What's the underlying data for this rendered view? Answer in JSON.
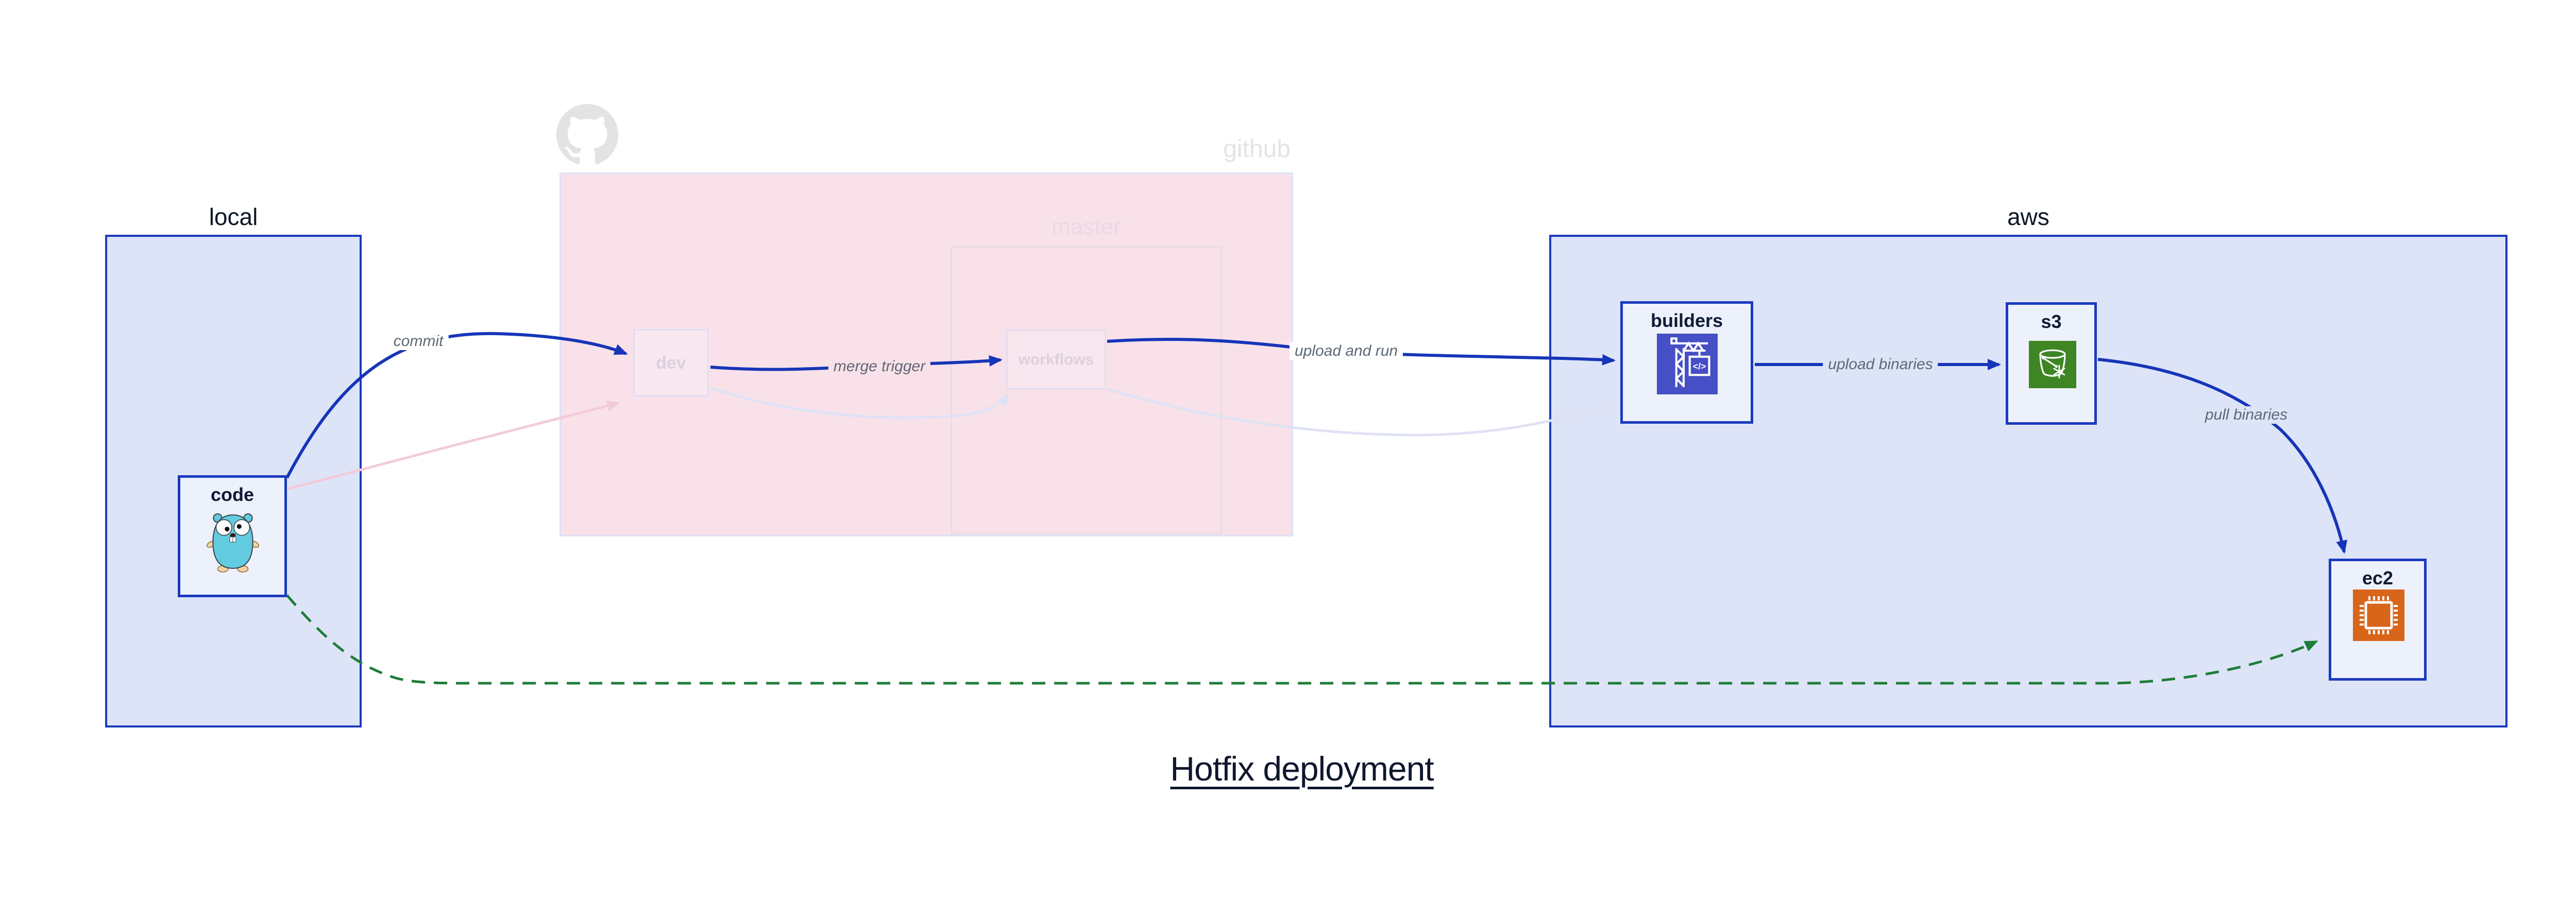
{
  "title": "Hotfix deployment",
  "regions": {
    "local": {
      "label": "local"
    },
    "github": {
      "label": "github",
      "master_label": "master"
    },
    "aws": {
      "label": "aws"
    }
  },
  "nodes": {
    "code": {
      "label": "code",
      "icon": "go-gopher-icon"
    },
    "dev": {
      "label": "dev"
    },
    "workflows": {
      "label": "workflows"
    },
    "builders": {
      "label": "builders",
      "icon": "codebuild-crane-icon",
      "icon_glyph": "</>"
    },
    "s3": {
      "label": "s3",
      "icon": "s3-glacier-bucket-icon"
    },
    "ec2": {
      "label": "ec2",
      "icon": "ec2-chip-icon"
    }
  },
  "edges": {
    "commit": {
      "label": "commit"
    },
    "merge_trigger": {
      "label": "merge trigger"
    },
    "upload_and_run": {
      "label": "upload and run"
    },
    "upload_binaries": {
      "label": "upload binaries"
    },
    "pull_binaries": {
      "label": "pull binaries"
    }
  },
  "logos": {
    "github_mark": "github-octocat-icon"
  },
  "colors": {
    "edge_blue": "#1635b8",
    "border_blue": "#1b3abf",
    "region_fill_blue": "#dde4f8",
    "node_fill": "#edf1fc",
    "github_pink": "#f9e1e9",
    "faded_pink_edge": "#f3cbd8",
    "faded_lavender_edge": "#dfe2f4",
    "hotfix_green": "#1e7e39",
    "codebuild_indigo": "#464fc5",
    "s3_green": "#3e8524",
    "ec2_orange": "#d8651a",
    "dark_text": "#0f1b33",
    "edge_label_gray": "#5e6876",
    "faded_label": "#dccfde",
    "octocat_gray": "#e3e3e3"
  }
}
